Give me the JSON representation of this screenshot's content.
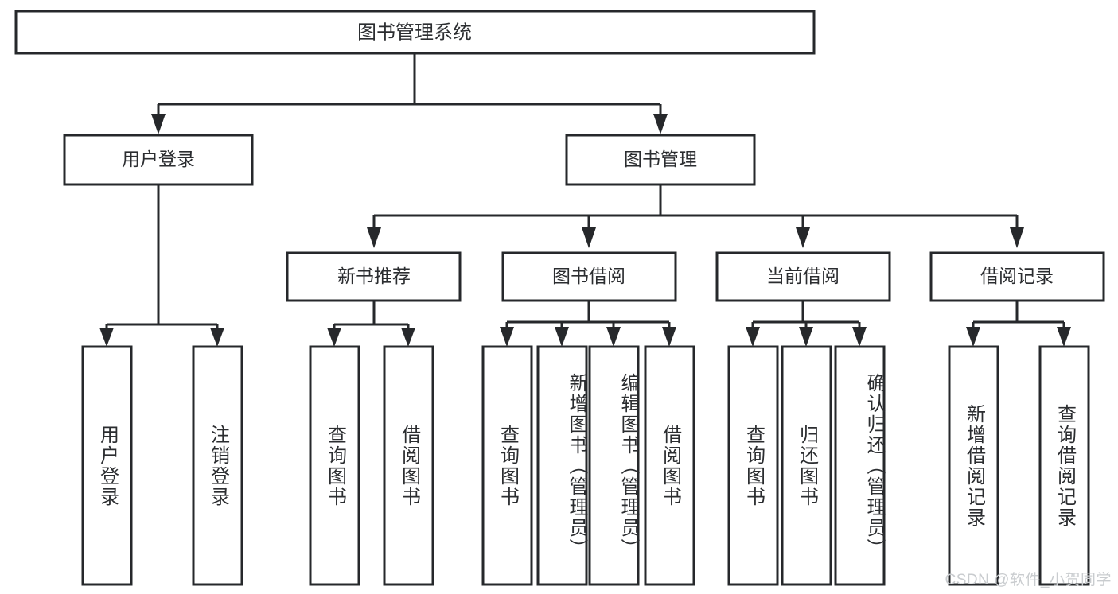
{
  "diagram": {
    "title": "图书管理系统",
    "type": "tree-hierarchy-chart",
    "watermark": "CSDN @软件_小贺同学",
    "colors": {
      "stroke": "#26282b",
      "fill": "#ffffff",
      "text": "#2b2d30",
      "watermark": "#c9cccf"
    },
    "levels": {
      "root": {
        "label": "图书管理系统"
      },
      "level2": [
        {
          "label": "用户登录"
        },
        {
          "label": "图书管理"
        }
      ],
      "level3": [
        {
          "label": "新书推荐"
        },
        {
          "label": "图书借阅"
        },
        {
          "label": "当前借阅"
        },
        {
          "label": "借阅记录"
        }
      ],
      "leaves": {
        "user_login": [
          {
            "label": "用户登录"
          },
          {
            "label": "注销登录"
          }
        ],
        "new_book_recommend": [
          {
            "label": "查询图书"
          },
          {
            "label": "借阅图书"
          }
        ],
        "book_borrow": [
          {
            "label": "查询图书"
          },
          {
            "label": "新增图书（管理员）"
          },
          {
            "label": "编辑图书（管理员）"
          },
          {
            "label": "借阅图书"
          }
        ],
        "current_borrow": [
          {
            "label": "查询图书"
          },
          {
            "label": "归还图书"
          },
          {
            "label": "确认归还（管理员）"
          }
        ],
        "borrow_record": [
          {
            "label": "新增借阅记录"
          },
          {
            "label": "查询借阅记录"
          }
        ]
      }
    }
  }
}
